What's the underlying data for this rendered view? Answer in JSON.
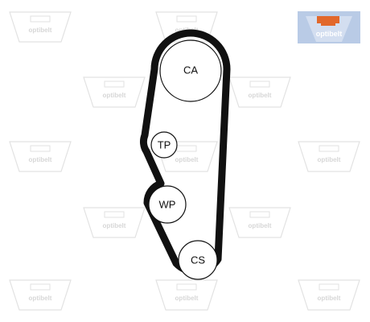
{
  "brand": {
    "name": "optibelt",
    "colors": {
      "logo_bg": "#b9cbe6",
      "logo_accent": "#e2682b",
      "watermark": "#d7d7d7",
      "belt": "#111111"
    }
  },
  "watermark_text": "optibelt",
  "pulleys": {
    "ca": {
      "label": "CA"
    },
    "tp": {
      "label": "TP"
    },
    "wp": {
      "label": "WP"
    },
    "cs": {
      "label": "CS"
    }
  }
}
